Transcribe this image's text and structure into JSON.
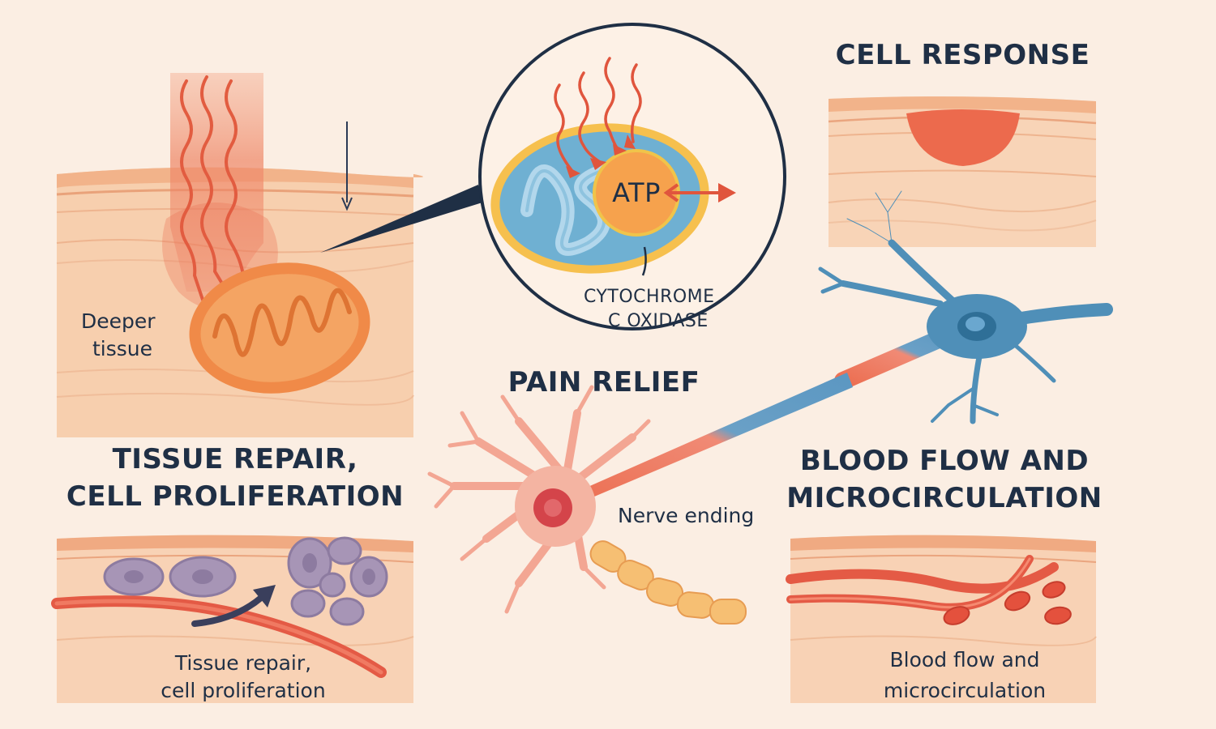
{
  "headings": {
    "cell_response": "CELL RESPONSE",
    "pain_relief": "PAIN RELIEF",
    "tissue_repair_line1": "TISSUE REPAIR,",
    "tissue_repair_line2": "CELL PROLIFERATION",
    "blood_flow_line1": "BLOOD FLOW AND",
    "blood_flow_line2": "MICROCIRCULATION"
  },
  "labels": {
    "deeper_tissue_line1": "Deeper",
    "deeper_tissue_line2": "tissue",
    "atp": "ATP",
    "cytochrome_line1": "CYTOCHROME",
    "cytochrome_line2": "C OXIDASE",
    "nerve_ending": "Nerve ending",
    "tissue_repair_caption_line1": "Tissue repair,",
    "tissue_repair_caption_line2": "cell proliferation",
    "blood_flow_caption_line1": "Blood flow and",
    "blood_flow_caption_line2": "microcirculation"
  },
  "colors": {
    "background": "#fbeee3",
    "tissue": "#f7cfae",
    "light_beam": "#ec6f52",
    "mitochondrion": "#f09a55",
    "matrix": "#6fb0d2",
    "atp": "#f6a24d",
    "nerve_blue": "#4f8fb8",
    "nerve_pink": "#f3b2a0",
    "blood": "#e45a45",
    "cell_purple": "#9e8fb2",
    "text": "#1f2f45"
  }
}
